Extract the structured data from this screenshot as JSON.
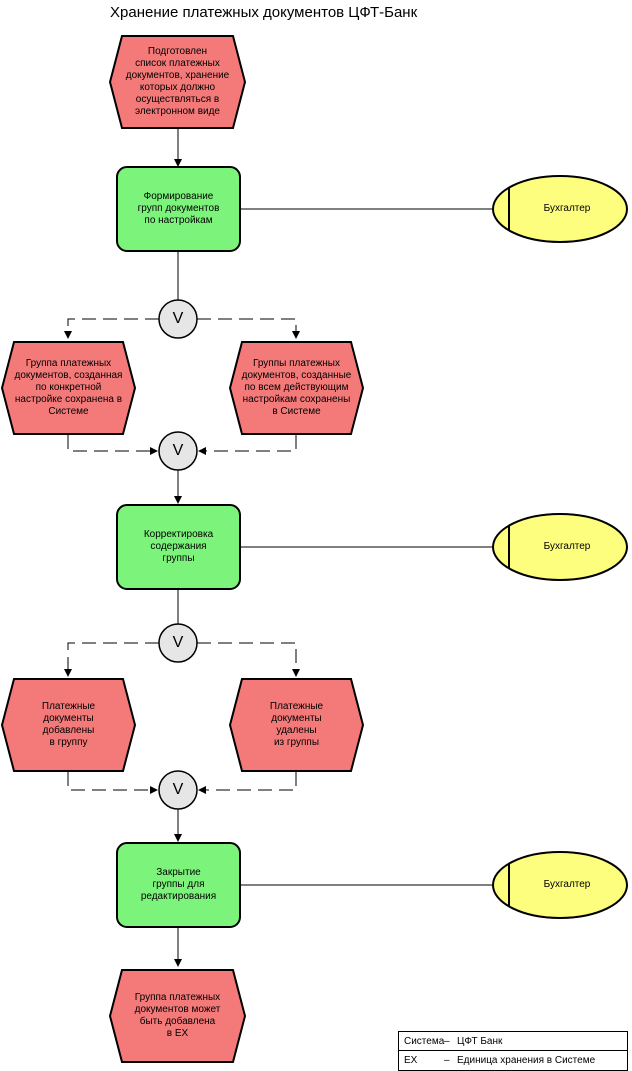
{
  "title": "Хранение платежных документов ЦФТ-Банк",
  "events": [
    "Подготовлен\nсписок платежных\nдокументов, хранение\nкоторых должно\nосуществляться в\nэлектронном виде",
    "Группа платежных\nдокументов, созданная\nпо конкретной\nнастройке сохранена в\nСистеме",
    "Группы платежных\nдокументов, созданные\nпо всем действующим\nнастройкам сохранены\nв Системе",
    "Платежные\nдокументы\nдобавлены\nв группу",
    "Платежные\nдокументы\nудалены\nиз группы",
    "Группа платежных\nдокументов может\nбыть добавлена\nв ЕХ"
  ],
  "functions": [
    "Формирование\nгрупп документов\nпо настройкам",
    "Корректировка\nсодержания\nгруппы",
    "Закрытие\nгруппы для\nредактирования"
  ],
  "roles": [
    "Бухгалтер",
    "Бухгалтер",
    "Бухгалтер"
  ],
  "operator": "V",
  "colors": {
    "event_fill": "#f47a7a",
    "function_fill": "#7cf47c",
    "role_fill": "#fdfd7e",
    "operator_fill": "#e6e6e6",
    "stroke": "#000000"
  },
  "legend": [
    {
      "key": "Система",
      "dash": "–",
      "value": "ЦФТ Банк"
    },
    {
      "key": "EX",
      "dash": "–",
      "value": "Единица хранения в Системе"
    }
  ]
}
